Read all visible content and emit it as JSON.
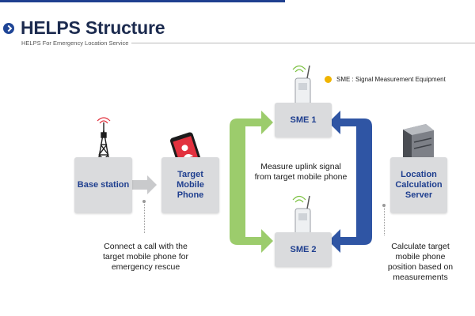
{
  "header": {
    "title": "HELPS Structure",
    "subtitle": "HELPS For Emergency Location Service"
  },
  "legend": {
    "text": "SME : Signal Measurement Equipment"
  },
  "nodes": {
    "base_station": "Base station",
    "target_phone": "Target\nMobile\nPhone",
    "sme1": "SME 1",
    "sme2": "SME 2",
    "location_server": "Location\nCalculation\nServer"
  },
  "captions": {
    "center": "Measure uplink signal\nfrom target mobile phone",
    "left": "Connect a call with the\ntarget mobile phone for\nemergency rescue",
    "right": "Calculate target\nmobile phone\nposition based on\nmeasurements"
  },
  "colors": {
    "title_blue": "#1f3f8f",
    "green_arrow": "#9ccc6c",
    "blue_arrow": "#2f55a4",
    "legend_dot": "#f0b400",
    "phone_red": "#e2323f"
  },
  "icons": [
    "tower-icon",
    "smartphone-icon",
    "sme-device-icon",
    "server-icon",
    "gray-arrow-icon"
  ]
}
